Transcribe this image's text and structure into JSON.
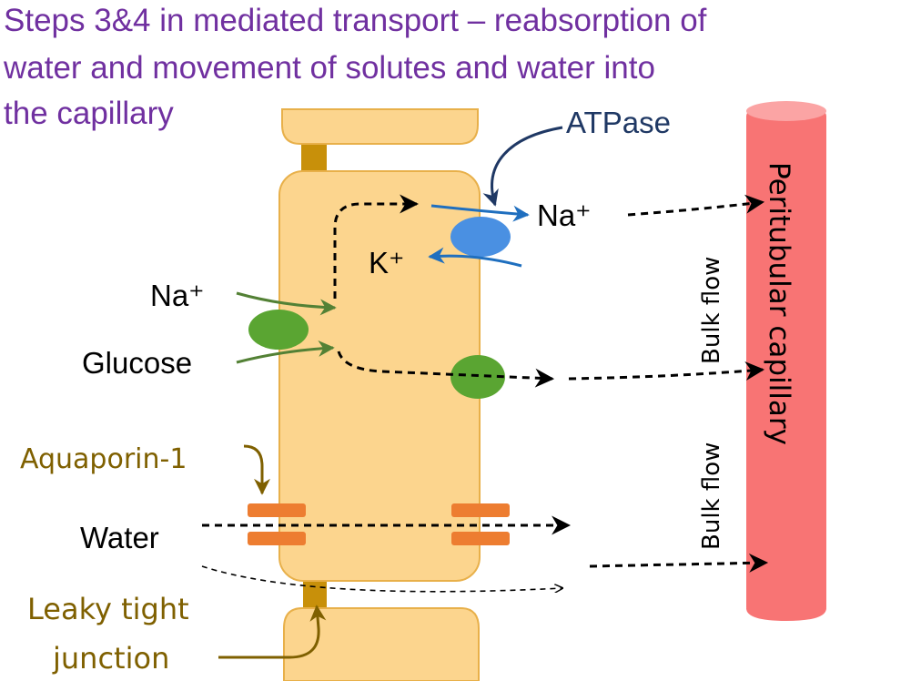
{
  "title": {
    "line1": "Steps 3&4 in mediated transport – reabsorption of",
    "line2": "water and movement of solutes and water into",
    "line3": "the capillary"
  },
  "labels": {
    "atpase": "ATPase",
    "na_top": "Na⁺",
    "k": "K⁺",
    "na_left": "Na⁺",
    "glucose": "Glucose",
    "aquaporin": "Aquaporin-1",
    "water": "Water",
    "leaky_line1": "Leaky tight",
    "leaky_line2": "junction",
    "bulk_flow_upper": "Bulk flow",
    "bulk_flow_lower": "Bulk flow",
    "capillary": "Peritubular capillary"
  },
  "colors": {
    "title": "#7030a0",
    "cell_fill": "#fcd58e",
    "cell_stroke": "#e8b04a",
    "tight_junction": "#c8900a",
    "capillary": "#f87474",
    "capillary_top": "#fba4a4",
    "atpase_pump": "#4a90e2",
    "atpase_arrow": "#1f6fbf",
    "atpase_label": "#1f3864",
    "cotransporter": "#5aa532",
    "cotransporter_arrow": "#538135",
    "aquaporin": "#ed7d31",
    "annotation": "#7f6000",
    "text": "#000000"
  }
}
